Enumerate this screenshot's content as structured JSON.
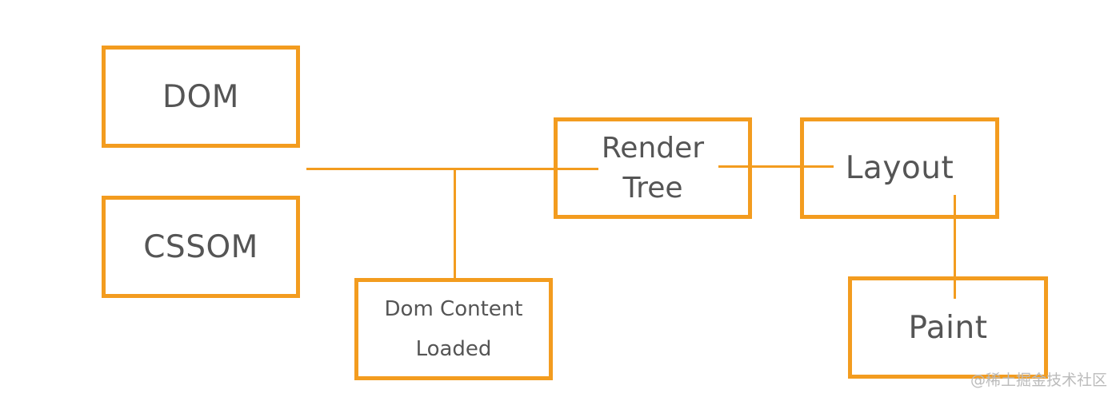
{
  "diagram": {
    "nodes": {
      "dom": "DOM",
      "cssom": "CSSOM",
      "dom_content_loaded": [
        "Dom Content",
        "Loaded"
      ],
      "render_tree": [
        "Render",
        "Tree"
      ],
      "layout": "Layout",
      "paint": "Paint"
    },
    "colors": {
      "accent": "#F39C1F",
      "text": "#555555"
    }
  },
  "watermark": "@稀土掘金技术社区"
}
